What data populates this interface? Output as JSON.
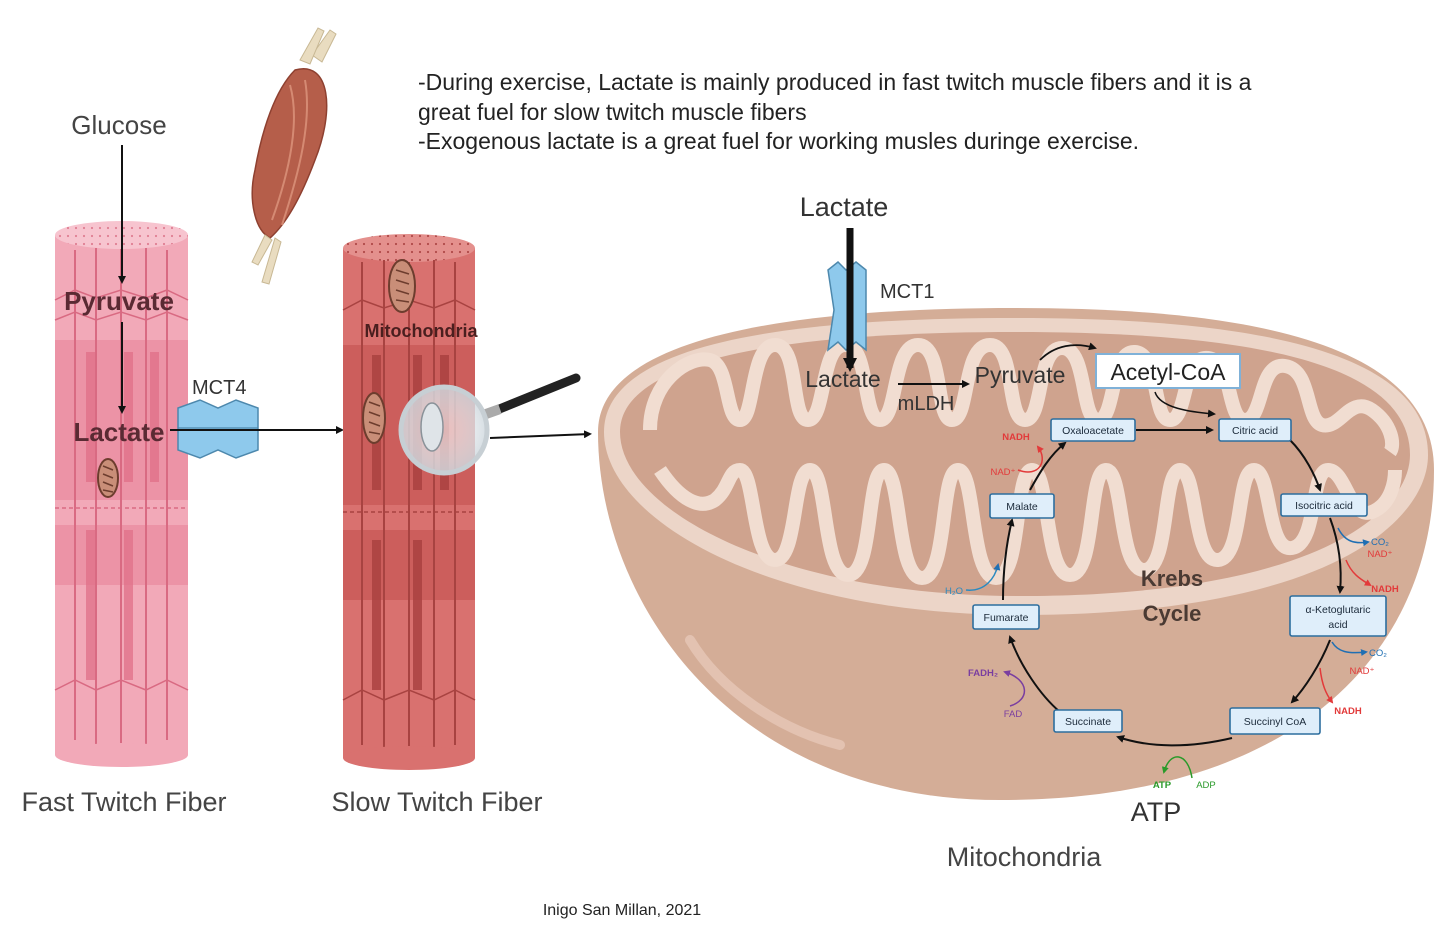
{
  "notes": {
    "line1": "-During exercise, Lactate is mainly produced in fast twitch muscle fibers and it is a",
    "line2": "great fuel for slow twitch muscle fibers",
    "line3": "-Exogenous lactate is a great fuel for working musles duringe exercise."
  },
  "fast_fiber": {
    "glucose": "Glucose",
    "pyruvate": "Pyruvate",
    "lactate": "Lactate",
    "mct4": "MCT4",
    "caption": "Fast Twitch Fiber"
  },
  "slow_fiber": {
    "mitochondria": "Mitochondria",
    "caption": "Slow Twitch Fiber"
  },
  "mitochondrion": {
    "lactate_in": "Lactate",
    "mct1": "MCT1",
    "lactate_inside": "Lactate",
    "mldh": "mLDH",
    "pyruvate": "Pyruvate",
    "acetyl_coa": "Acetyl-CoA",
    "krebs1": "Krebs",
    "krebs2": "Cycle",
    "atp_big": "ATP",
    "caption": "Mitochondria"
  },
  "krebs": {
    "oxaloacetate": "Oxaloacetate",
    "citric": "Citric acid",
    "isocitric": "Isocitric acid",
    "akg1": "α-Ketoglutaric",
    "akg2": "acid",
    "succinyl": "Succinyl CoA",
    "succinate": "Succinate",
    "fumarate": "Fumarate",
    "malate": "Malate",
    "nadh1": "NADH",
    "nad1": "NAD⁺",
    "co2_1": "CO₂",
    "nad2": "NAD⁺",
    "nadh2": "NADH",
    "co2_2": "CO₂",
    "nad3": "NAD⁺",
    "nadh3": "NADH",
    "atp": "ATP",
    "adp": "ADP",
    "fadh2": "FADH₂",
    "fad": "FAD",
    "h2o": "H₂O"
  },
  "credit": "Inigo San Millan, 2021",
  "colors": {
    "fast_fiber": "#f2a9b8",
    "slow_fiber": "#d9716f",
    "mito_outer": "#d9b6a4",
    "mct_transporter": "#8ec9ec",
    "nad_red": "#e23a3a",
    "co2_blue": "#1f6fb3",
    "atp_green": "#2a9a2a",
    "fad_purple": "#7a3ea0"
  }
}
